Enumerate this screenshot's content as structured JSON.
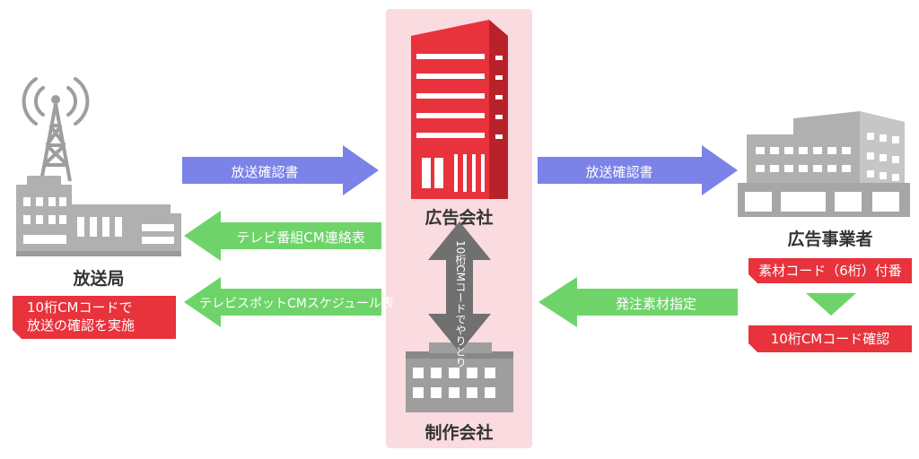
{
  "colors": {
    "blue_arrow": "#7b82e8",
    "green_arrow": "#6ed46a",
    "gray_arrow": "#707070",
    "red": "#e8323c",
    "panel": "#f9dbe0",
    "building_gray": "#b0b0b0"
  },
  "nodes": {
    "broadcaster": {
      "label": "放送局",
      "icon": "broadcast-tower-icon"
    },
    "agency": {
      "label": "広告会社",
      "icon": "red-office-building-icon"
    },
    "production": {
      "label": "制作会社",
      "icon": "office-building-icon"
    },
    "advertiser": {
      "label": "広告事業者",
      "icon": "corporate-building-icon"
    }
  },
  "arrows": {
    "agency_to_broadcaster_confirm": "放送確認書",
    "advertiser_to_agency_confirm": "放送確認書",
    "tv_program_cm": "テレビ番組CM連絡表",
    "tv_spot_schedule": "テレビスポットCMスケジュール表",
    "order_material": "発注素材指定",
    "agency_production_exchange": "10桁CMコードでやりとり"
  },
  "badges": {
    "broadcaster_note_line1": "10桁CMコードで",
    "broadcaster_note_line2": "放送の確認を実施",
    "advertiser_step1": "素材コード（6桁）付番",
    "advertiser_step2": "10桁CMコード確認"
  }
}
